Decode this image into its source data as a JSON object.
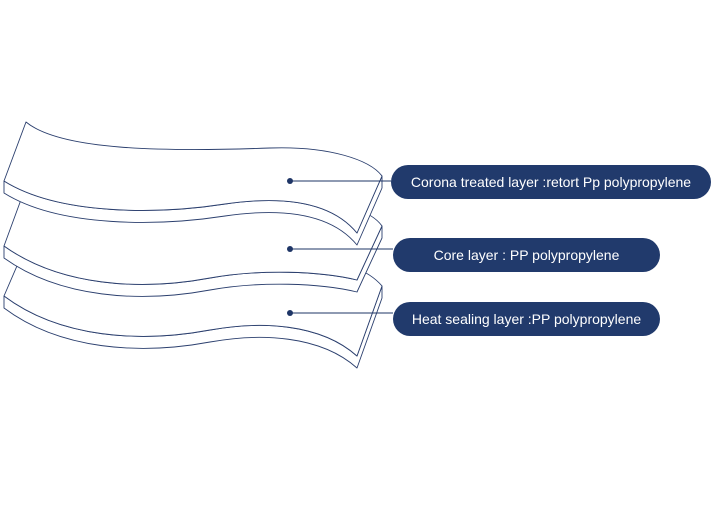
{
  "diagram": {
    "layers": [
      {
        "label": "Corona treated layer :retort Pp polypropylene"
      },
      {
        "label": "Core layer : PP polypropylene"
      },
      {
        "label": "Heat sealing layer :PP polypropylene"
      }
    ],
    "colors": {
      "outline": "#2b3f6e",
      "accent": "#213a6c",
      "label_text": "#ffffff",
      "background": "#ffffff"
    }
  }
}
